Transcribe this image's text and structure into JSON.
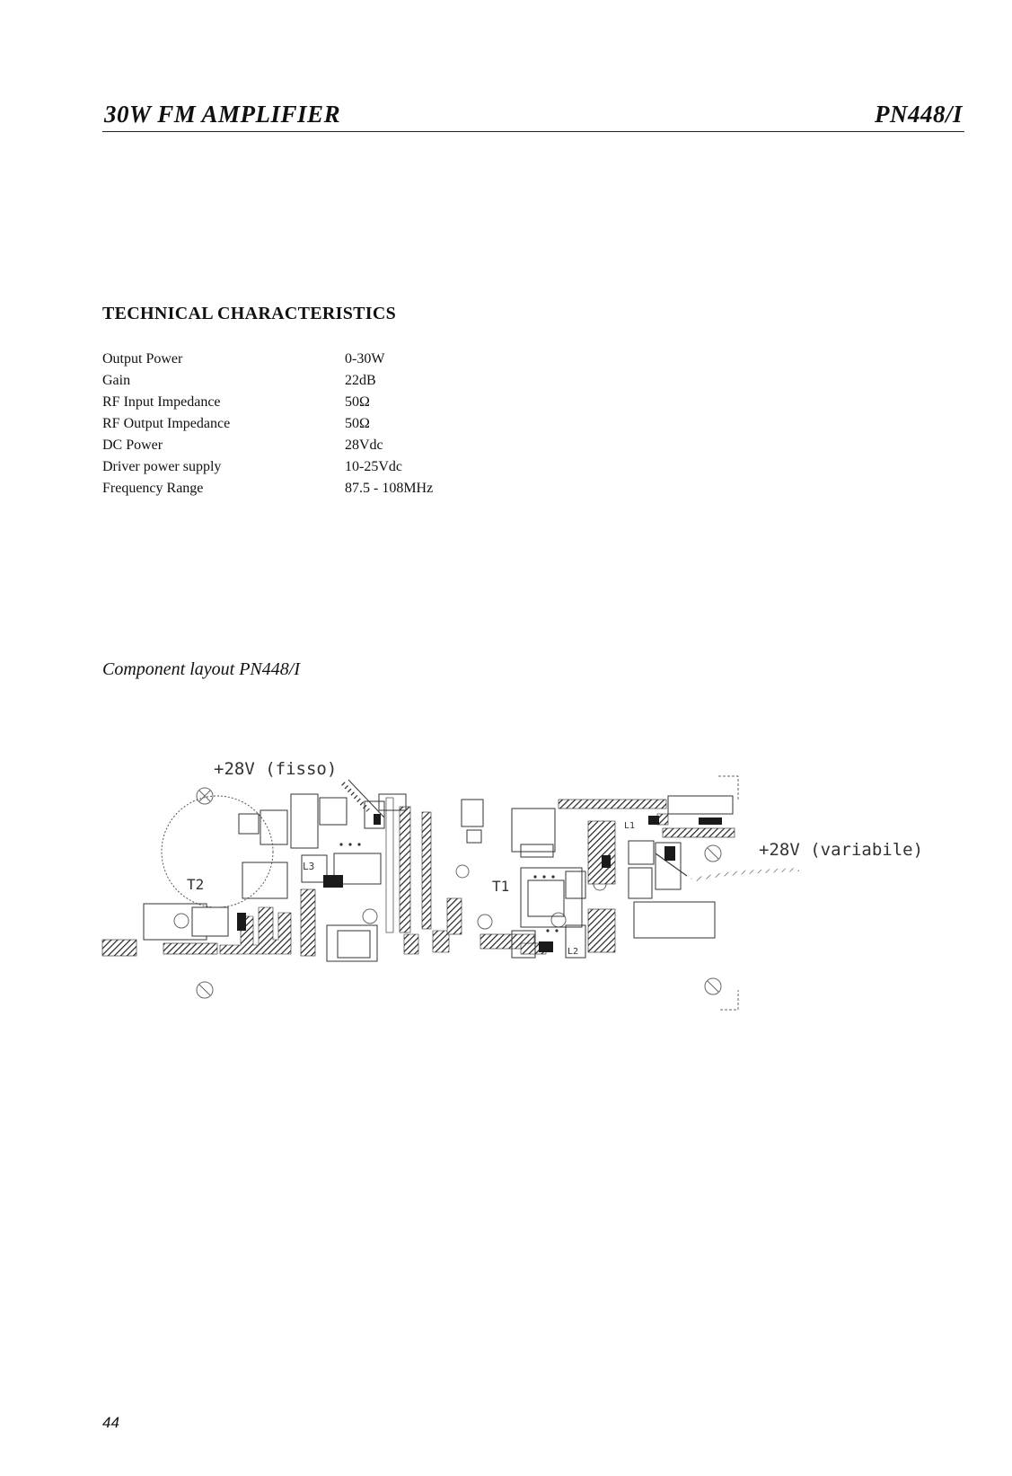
{
  "header": {
    "title": "30W FM AMPLIFIER",
    "code": "PN448/I"
  },
  "section": {
    "title": "TECHNICAL CHARACTERISTICS"
  },
  "specs": [
    {
      "label": "Output Power",
      "value": "0-30W"
    },
    {
      "label": "Gain",
      "value": "22dB"
    },
    {
      "label": "RF Input Impedance",
      "value": "50Ω"
    },
    {
      "label": "RF Output Impedance",
      "value": "50Ω"
    },
    {
      "label": "DC Power",
      "value": "28Vdc"
    },
    {
      "label": "Driver power supply",
      "value": "10-25Vdc"
    },
    {
      "label": "Frequency Range",
      "value": "87.5 - 108MHz"
    }
  ],
  "caption": "Component layout PN448/I",
  "layout_labels": {
    "fixed_supply": "+28V (fisso)",
    "variable_supply": "+28V (variabile)",
    "t2": "T2",
    "t1": "T1",
    "l1": "L1",
    "l2": "L2",
    "l3": "L3"
  },
  "page_number": "44"
}
